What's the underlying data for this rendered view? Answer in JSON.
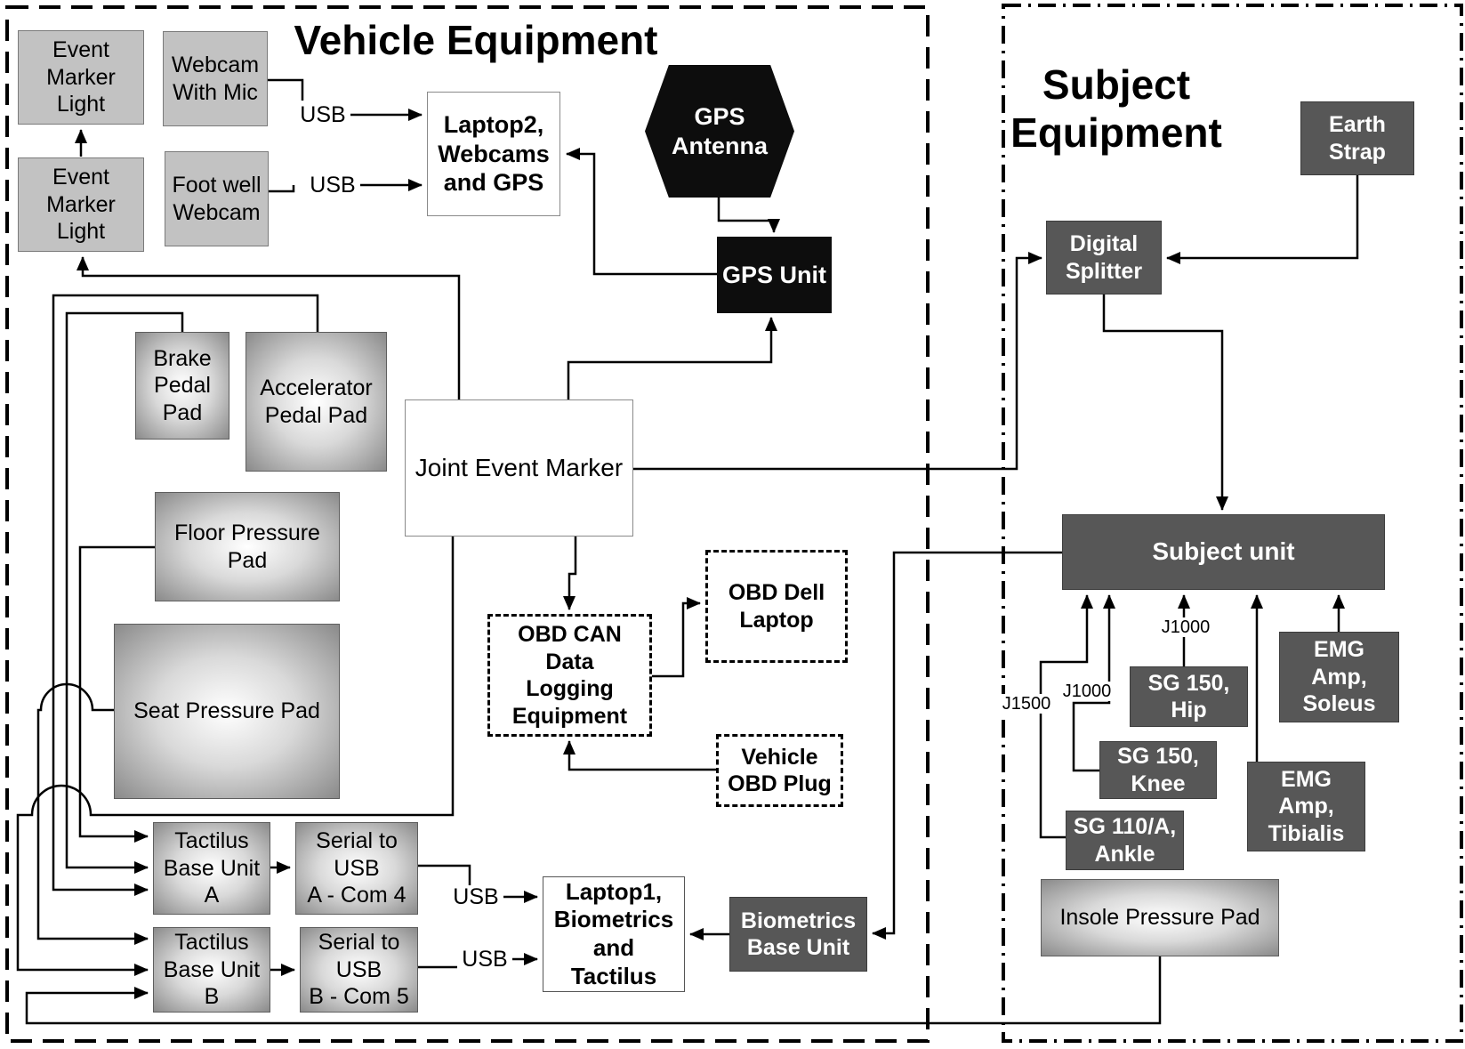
{
  "diagram": {
    "groups": {
      "vehicle": {
        "title": "Vehicle Equipment"
      },
      "subject": {
        "title": "Subject\nEquipment"
      }
    },
    "nodes": {
      "event_marker_light_1": {
        "label": "Event\nMarker\nLight"
      },
      "webcam_with_mic": {
        "label": "Webcam\nWith Mic"
      },
      "event_marker_light_2": {
        "label": "Event\nMarker\nLight"
      },
      "foot_well_webcam": {
        "label": "Foot well\nWebcam"
      },
      "laptop2": {
        "label": "Laptop2,\nWebcams\nand GPS"
      },
      "gps_antenna": {
        "label": "GPS\nAntenna"
      },
      "gps_unit": {
        "label": "GPS Unit"
      },
      "brake_pedal_pad": {
        "label": "Brake\nPedal\nPad"
      },
      "accelerator_pedal_pad": {
        "label": "Accelerator\nPedal Pad"
      },
      "joint_event_marker": {
        "label": "Joint Event Marker"
      },
      "floor_pressure_pad": {
        "label": "Floor Pressure\nPad"
      },
      "seat_pressure_pad": {
        "label": "Seat Pressure Pad"
      },
      "obd_can": {
        "label": "OBD CAN\nData\nLogging\nEquipment"
      },
      "obd_dell_laptop": {
        "label": "OBD Dell\nLaptop"
      },
      "vehicle_obd_plug": {
        "label": "Vehicle\nOBD Plug"
      },
      "tactilus_a": {
        "label": "Tactilus\nBase Unit\nA"
      },
      "serial_a": {
        "label": "Serial to\nUSB\nA - Com 4"
      },
      "tactilus_b": {
        "label": "Tactilus\nBase Unit\nB"
      },
      "serial_b": {
        "label": "Serial to\nUSB\nB - Com 5"
      },
      "laptop1": {
        "label": "Laptop1,\nBiometrics\nand\nTactilus"
      },
      "biometrics_base_unit": {
        "label": "Biometrics\nBase Unit"
      },
      "earth_strap": {
        "label": "Earth\nStrap"
      },
      "digital_splitter": {
        "label": "Digital\nSplitter"
      },
      "subject_unit": {
        "label": "Subject unit"
      },
      "sg150_hip": {
        "label": "SG 150,\nHip"
      },
      "sg150_knee": {
        "label": "SG 150,\nKnee"
      },
      "sg110a_ankle": {
        "label": "SG 110/A,\nAnkle"
      },
      "emg_soleus": {
        "label": "EMG\nAmp,\nSoleus"
      },
      "emg_tibialis": {
        "label": "EMG\nAmp,\nTibialis"
      },
      "insole_pressure_pad": {
        "label": "Insole Pressure Pad"
      }
    },
    "wire_labels": {
      "usb_webcam": "USB",
      "usb_footwell": "USB",
      "usb_serial_a": "USB",
      "usb_serial_b": "USB",
      "j1500_ankle": "J1500",
      "j1000_knee": "J1000",
      "j1000_hip": "J1000"
    },
    "edges": [
      {
        "from": "event_marker_light_2",
        "to": "event_marker_light_1"
      },
      {
        "from": "joint_event_marker",
        "to": "event_marker_light_2"
      },
      {
        "from": "webcam_with_mic",
        "to": "laptop2",
        "label": "USB"
      },
      {
        "from": "foot_well_webcam",
        "to": "laptop2",
        "label": "USB"
      },
      {
        "from": "gps_unit",
        "to": "laptop2"
      },
      {
        "from": "gps_antenna",
        "to": "gps_unit"
      },
      {
        "from": "joint_event_marker",
        "to": "gps_unit"
      },
      {
        "from": "joint_event_marker",
        "to": "digital_splitter"
      },
      {
        "from": "joint_event_marker",
        "to": "obd_can"
      },
      {
        "from": "joint_event_marker",
        "to": "tactilus_b"
      },
      {
        "from": "obd_can",
        "to": "obd_dell_laptop"
      },
      {
        "from": "vehicle_obd_plug",
        "to": "obd_can"
      },
      {
        "from": "accelerator_pedal_pad",
        "to": "tactilus_a"
      },
      {
        "from": "brake_pedal_pad",
        "to": "tactilus_a"
      },
      {
        "from": "floor_pressure_pad",
        "to": "tactilus_a"
      },
      {
        "from": "seat_pressure_pad",
        "to": "tactilus_b"
      },
      {
        "from": "insole_pressure_pad",
        "to": "tactilus_b"
      },
      {
        "from": "tactilus_a",
        "to": "serial_a"
      },
      {
        "from": "tactilus_b",
        "to": "serial_b"
      },
      {
        "from": "serial_a",
        "to": "laptop1",
        "label": "USB"
      },
      {
        "from": "serial_b",
        "to": "laptop1",
        "label": "USB"
      },
      {
        "from": "biometrics_base_unit",
        "to": "laptop1"
      },
      {
        "from": "subject_unit",
        "to": "biometrics_base_unit"
      },
      {
        "from": "earth_strap",
        "to": "digital_splitter"
      },
      {
        "from": "digital_splitter",
        "to": "subject_unit"
      },
      {
        "from": "sg110a_ankle",
        "to": "subject_unit",
        "label": "J1500"
      },
      {
        "from": "sg150_knee",
        "to": "subject_unit",
        "label": "J1000"
      },
      {
        "from": "sg150_hip",
        "to": "subject_unit",
        "label": "J1000"
      },
      {
        "from": "emg_tibialis",
        "to": "subject_unit"
      },
      {
        "from": "emg_soleus",
        "to": "subject_unit"
      }
    ],
    "colors": {
      "line": "#000000",
      "flat_box_fill": "#c2c2c2",
      "dark_box_fill": "#575757",
      "black_box_fill": "#0d0d0d",
      "background": "#ffffff"
    }
  }
}
